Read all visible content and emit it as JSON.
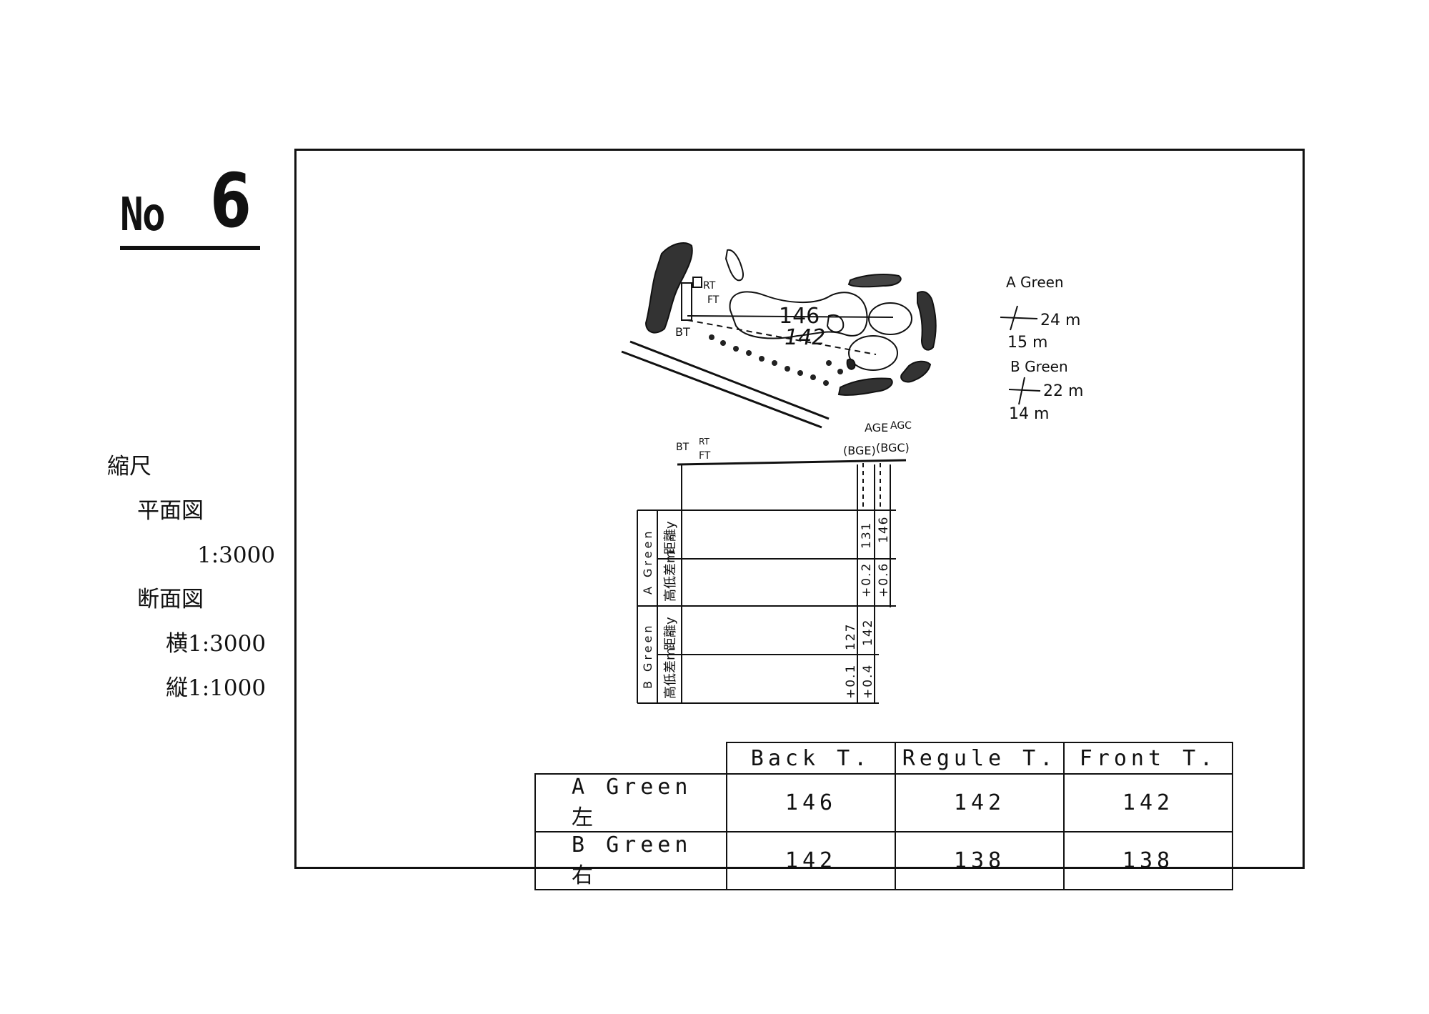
{
  "hole": {
    "label": "No",
    "number": "6"
  },
  "scale": {
    "heading": "縮尺",
    "plan_label": "平面図",
    "plan_value": "1:3000",
    "section_label": "断面図",
    "section_h": "横1:3000",
    "section_v": "縦1:1000"
  },
  "map": {
    "dist_a": "146",
    "dist_b": "142",
    "tee_bt": "BT",
    "tee_rt": "RT",
    "tee_ft": "FT",
    "a_green": {
      "title": "A Green",
      "width": "24 m",
      "depth": "15 m"
    },
    "b_green": {
      "title": "B Green",
      "width": "22 m",
      "depth": "14 m"
    }
  },
  "profile": {
    "tee_bt": "BT",
    "tee_rt": "RT",
    "tee_ft": "FT",
    "age": "AGE",
    "agc": "AGC",
    "bge": "(BGE)",
    "bgc": "(BGC)",
    "a_group": "A Green",
    "b_group": "B Green",
    "row_dist": "距離y",
    "row_elev": "高低差m",
    "a_dist_1": "131",
    "a_dist_2": "146",
    "a_elev_1": "+0.2",
    "a_elev_2": "+0.6",
    "b_dist_1": "127",
    "b_dist_2": "142",
    "b_elev_1": "+0.1",
    "b_elev_2": "+0.4"
  },
  "distances": {
    "headers": [
      "Back T.",
      "Regule T.",
      "Front T."
    ],
    "rows": [
      {
        "label": "A Green 左",
        "values": [
          "146",
          "142",
          "142"
        ]
      },
      {
        "label": "B Green 右",
        "values": [
          "142",
          "138",
          "138"
        ]
      }
    ]
  }
}
